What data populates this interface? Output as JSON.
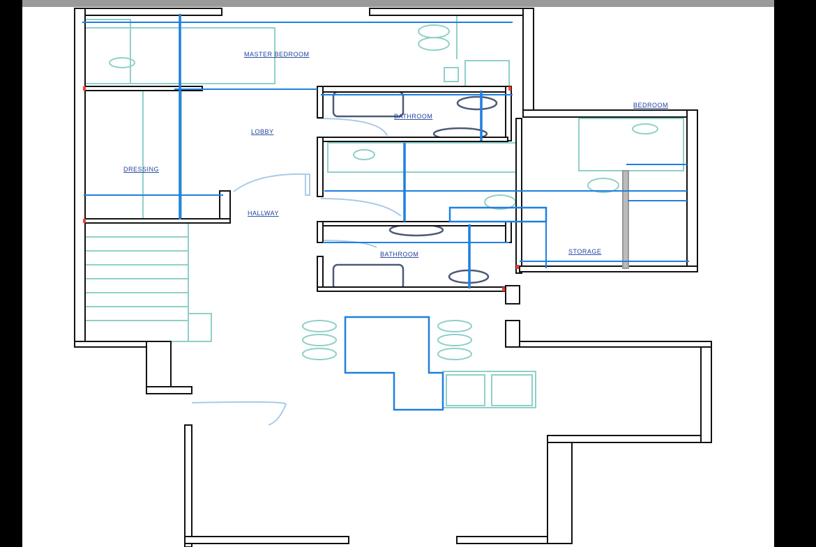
{
  "plan": {
    "rooms": {
      "master_bedroom": "MASTER BEDROOM",
      "lobby": "LOBBY",
      "dressing": "DRESSING",
      "hallway": "HALLWAY",
      "bathroom_upper": "BATHROOM",
      "bathroom_lower": "BATHROOM",
      "bedroom": "BEDROOM",
      "storage": "STORAGE"
    },
    "colors": {
      "walls": "#111111",
      "furniture": "#8fd0c8",
      "fixtures": "#4d5a78",
      "dimensions": "#1e7fe0",
      "labels": "#1c3f9c"
    }
  }
}
